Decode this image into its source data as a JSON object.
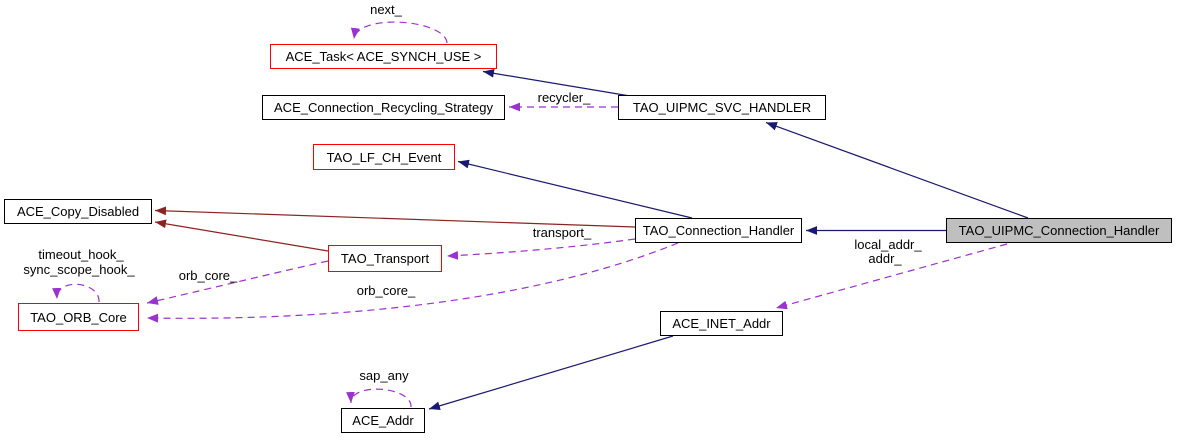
{
  "diagram": {
    "kind": "collaboration-graph",
    "colors": {
      "public_inheritance_edge": "#191970",
      "private_inheritance_edge": "#8b2323",
      "usage_edge_dashed": "#9a32cd",
      "node_border": "#000000",
      "truncated_node_border": "#ff0000",
      "current_node_fill": "#bfbfbf",
      "node_fill": "#ffffff",
      "text": "#000000"
    },
    "nodes": {
      "ace_task": {
        "label": "ACE_Task< ACE_SYNCH_USE >"
      },
      "ace_connection_recycling_strategy": {
        "label": "ACE_Connection_Recycling_Strategy"
      },
      "tao_uipmc_svc_handler": {
        "label": "TAO_UIPMC_SVC_HANDLER"
      },
      "tao_lf_ch_event": {
        "label": "TAO_LF_CH_Event"
      },
      "ace_copy_disabled": {
        "label": "ACE_Copy_Disabled"
      },
      "tao_connection_handler": {
        "label": "TAO_Connection_Handler"
      },
      "tao_uipmc_connection_handler": {
        "label": "TAO_UIPMC_Connection_Handler"
      },
      "tao_transport": {
        "label": "TAO_Transport"
      },
      "tao_orb_core": {
        "label": "TAO_ORB_Core"
      },
      "ace_inet_addr": {
        "label": "ACE_INET_Addr"
      },
      "ace_addr": {
        "label": "ACE_Addr"
      }
    },
    "edge_labels": {
      "next": "next_",
      "recycler": "recycler_",
      "transport": "transport_",
      "orb_core_from_transport": "orb_core_",
      "orb_core_from_connection_handler": "orb_core_",
      "timeout_hook": "timeout_hook_",
      "sync_scope_hook": "sync_scope_hook_",
      "local_addr": "local_addr_",
      "addr": "addr_",
      "sap_any": "sap_any"
    }
  }
}
